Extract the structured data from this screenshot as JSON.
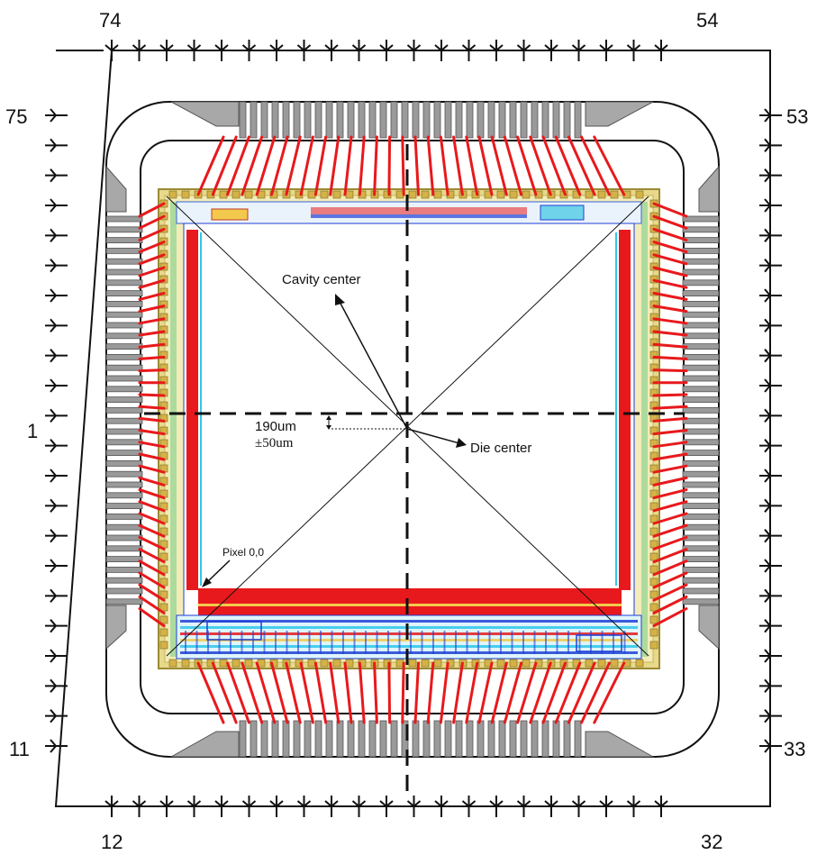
{
  "pin_labels": {
    "top_left": "74",
    "top_right": "54",
    "left_top": "75",
    "right_top": "53",
    "left_mid": "1",
    "left_bottom": "11",
    "right_bottom": "33",
    "bottom_left": "12",
    "bottom_right": "32"
  },
  "annotations": {
    "cavity_center": "Cavity center",
    "die_center": "Die center",
    "offset_value": "190um",
    "offset_tolerance": "±50um",
    "pixel_origin": "Pixel 0,0"
  },
  "colors": {
    "outline": "#111111",
    "lead_frame": "#9a9a9a",
    "lead_frame_dark": "#6f6f6f",
    "bond_wire": "#e8191c",
    "die_border": "#c9b458",
    "pixel_array_edge": "#e8191c",
    "circuit_blue": "#1f3fd6",
    "circuit_cyan": "#2fc7e8"
  }
}
